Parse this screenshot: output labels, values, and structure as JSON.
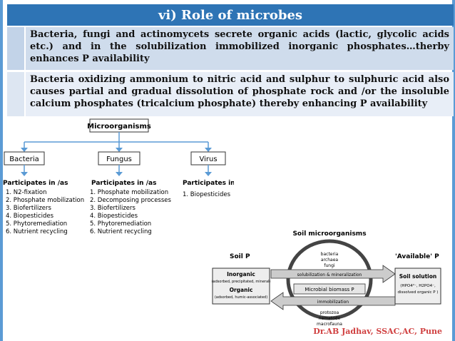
{
  "slide": {
    "title": "vi)  Role of microbes",
    "row1": "Bacteria, fungi and actinomycets secrete organic acids (lactic, glycolic acids etc.) and in the solubilization immobilized inorganic phosphates…therby enhances P availability",
    "row2": "Bacteria oxidizing ammonium to nitric acid and sulphur to sulphuric acid also causes partial and gradual dissolution of phosphate rock and /or the insoluble calcium phosphates (tricalcium phosphate) thereby enhancing P availability",
    "footer": "Dr.AB Jadhav, SSAC,AC, Pune"
  },
  "diagram1": {
    "root": "Microorganisms",
    "branches": [
      {
        "name": "Bacteria",
        "heading": "Participates in /as",
        "items": [
          "1.  N2-fixation",
          "2.  Phosphate mobilization",
          "3.  Biofertilizers",
          "4.  Biopesticides",
          "5.  Phytoremediation",
          "6.  Nutrient recycling"
        ]
      },
      {
        "name": "Fungus",
        "heading": "Participates in /as",
        "items": [
          "1.  Phosphate mobilization",
          "2.  Decomposing processes",
          "3.  Biofertilizers",
          "4.  Biopesticides",
          "5.  Phytoremediation",
          "6.  Nutrient recycling"
        ]
      },
      {
        "name": "Virus",
        "heading": "Participates in /as",
        "items": [
          "1.  Biopesticides"
        ]
      }
    ]
  },
  "diagram2": {
    "title": "Soil microorganisms",
    "soil_p": "Soil P",
    "available_p": "'Available' P",
    "organisms": [
      "bacteria",
      "archaea",
      "fungi"
    ],
    "solubilization": "solubilization & mineralization",
    "biomass": "Microbial biomass P",
    "immobilization": "immobilization",
    "predators": [
      "protozoa",
      "nematode",
      "macrofauna"
    ],
    "inorganic": "Inorganic",
    "inorganic_sub": "(adsorbed, precipitated, mineral)",
    "organic": "Organic",
    "organic_sub": "(adsorbed, humic-associated)",
    "solution": "Soil solution",
    "solution_sub1": "(HPO4²⁻, H2PO4⁻,",
    "solution_sub2": "dissolved organic P )"
  },
  "colors": {
    "title_bg": "#2e74b5",
    "frame": "#5b9bd5",
    "footer": "#d04040"
  }
}
